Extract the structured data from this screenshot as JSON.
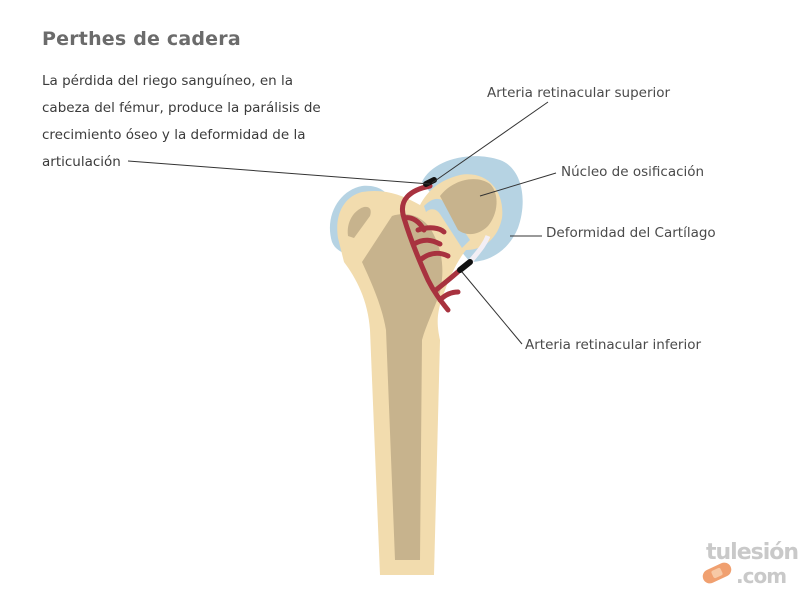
{
  "title": "Perthes de cadera",
  "description": [
    "La pérdida del riego sanguíneo, en la",
    "cabeza del fémur, produce la parálisis de",
    "crecimiento óseo y la deformidad de la",
    "articulación"
  ],
  "labels": {
    "superior_artery": "Arteria retinacular superior",
    "ossification_nucleus": "Núcleo de osificación",
    "cartilage_deformity": "Deformidad del Cartílago",
    "inferior_artery": "Arteria retinacular inferior"
  },
  "logo": {
    "line1": "tulesión",
    "line2": ".com"
  },
  "colors": {
    "bone_outer": "#f2dcae",
    "bone_inner": "#c7b38d",
    "cartilage": "#b6d3e3",
    "artery": "#a8323f",
    "leader": "#333333"
  }
}
